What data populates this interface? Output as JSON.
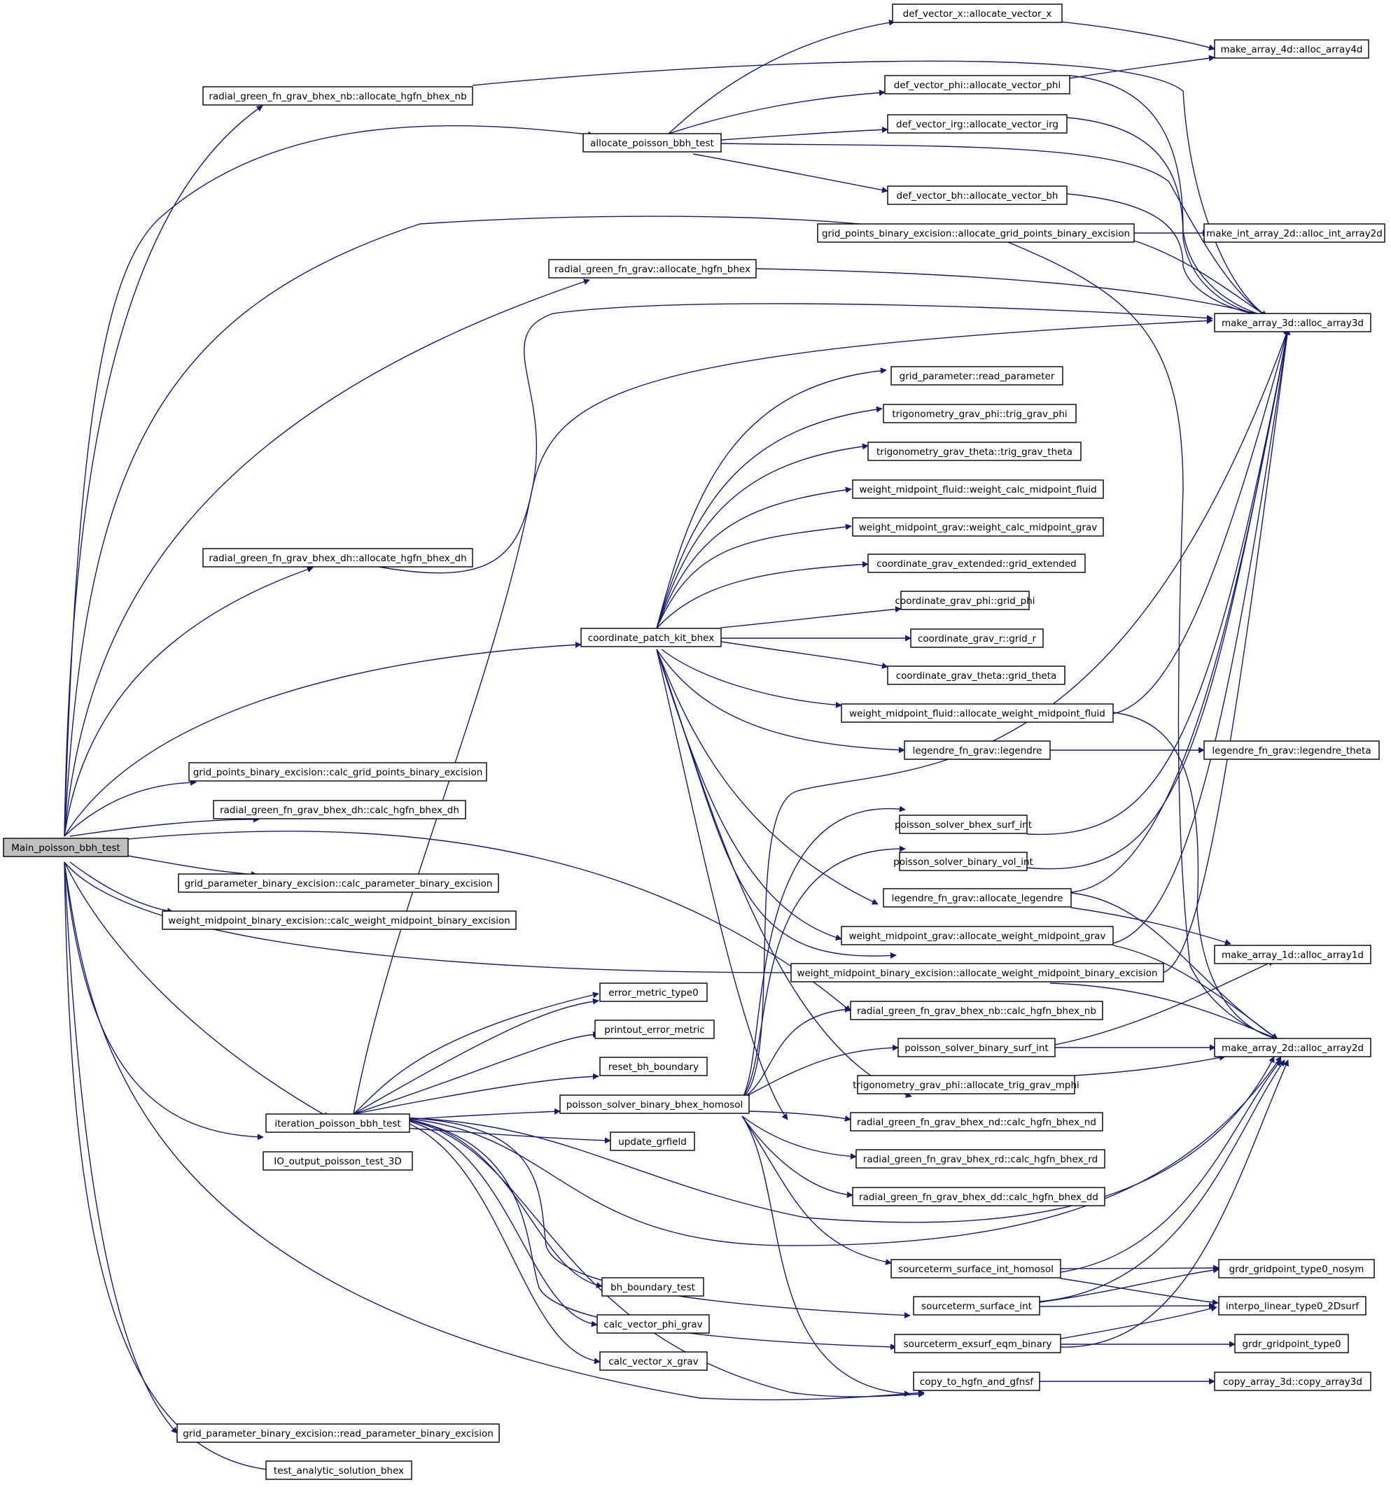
{
  "graph": {
    "root": "Main_poisson_bbh_test",
    "colors": {
      "edge": "#191970",
      "node_border": "#000000",
      "root_fill": "#bfbfbf",
      "node_fill": "#ffffff"
    },
    "nodes": [
      "Main_poisson_bbh_test",
      "radial_green_fn_grav_bhex_nb::allocate_hgfn_bhex_nb",
      "allocate_poisson_bbh_test",
      "grid_points_binary_excision::allocate_grid_points_binary_excision",
      "radial_green_fn_grav::allocate_hgfn_bhex",
      "radial_green_fn_grav_bhex_dh::allocate_hgfn_bhex_dh",
      "coordinate_patch_kit_bhex",
      "grid_points_binary_excision::calc_grid_points_binary_excision",
      "radial_green_fn_grav_bhex_dh::calc_hgfn_bhex_dh",
      "grid_parameter_binary_excision::calc_parameter_binary_excision",
      "weight_midpoint_binary_excision::calc_weight_midpoint_binary_excision",
      "weight_midpoint_binary_excision::allocate_weight_midpoint_binary_excision",
      "radial_green_fn_grav_bhex_nb::calc_hgfn_bhex_nb",
      "iteration_poisson_bbh_test",
      "IO_output_poisson_test_3D",
      "grid_parameter_binary_excision::read_parameter_binary_excision",
      "test_analytic_solution_bhex",
      "def_vector_x::allocate_vector_x",
      "def_vector_phi::allocate_vector_phi",
      "def_vector_irg::allocate_vector_irg",
      "def_vector_bh::allocate_vector_bh",
      "make_array_4d::alloc_array4d",
      "make_int_array_2d::alloc_int_array2d",
      "make_array_3d::alloc_array3d",
      "grid_parameter::read_parameter",
      "trigonometry_grav_phi::trig_grav_phi",
      "trigonometry_grav_theta::trig_grav_theta",
      "weight_midpoint_fluid::weight_calc_midpoint_fluid",
      "weight_midpoint_grav::weight_calc_midpoint_grav",
      "coordinate_grav_extended::grid_extended",
      "coordinate_grav_phi::grid_phi",
      "coordinate_grav_r::grid_r",
      "coordinate_grav_theta::grid_theta",
      "weight_midpoint_fluid::allocate_weight_midpoint_fluid",
      "legendre_fn_grav::legendre",
      "legendre_fn_grav::legendre_theta",
      "poisson_solver_bhex_surf_int",
      "poisson_solver_binary_vol_int",
      "legendre_fn_grav::allocate_legendre",
      "weight_midpoint_grav::allocate_weight_midpoint_grav",
      "make_array_1d::alloc_array1d",
      "poisson_solver_binary_surf_int",
      "make_array_2d::alloc_array2d",
      "trigonometry_grav_phi::allocate_trig_grav_mphi",
      "error_metric_type0",
      "printout_error_metric",
      "reset_bh_boundary",
      "poisson_solver_binary_bhex_homosol",
      "update_grfield",
      "radial_green_fn_grav_bhex_nd::calc_hgfn_bhex_nd",
      "radial_green_fn_grav_bhex_rd::calc_hgfn_bhex_rd",
      "radial_green_fn_grav_bhex_dd::calc_hgfn_bhex_dd",
      "sourceterm_surface_int_homosol",
      "grdr_gridpoint_type0_nosym",
      "sourceterm_surface_int",
      "interpo_linear_type0_2Dsurf",
      "sourceterm_exsurf_eqm_binary",
      "grdr_gridpoint_type0",
      "bh_boundary_test",
      "calc_vector_phi_grav",
      "calc_vector_x_grav",
      "copy_to_hgfn_and_gfnsf",
      "copy_array_3d::copy_array3d"
    ]
  }
}
